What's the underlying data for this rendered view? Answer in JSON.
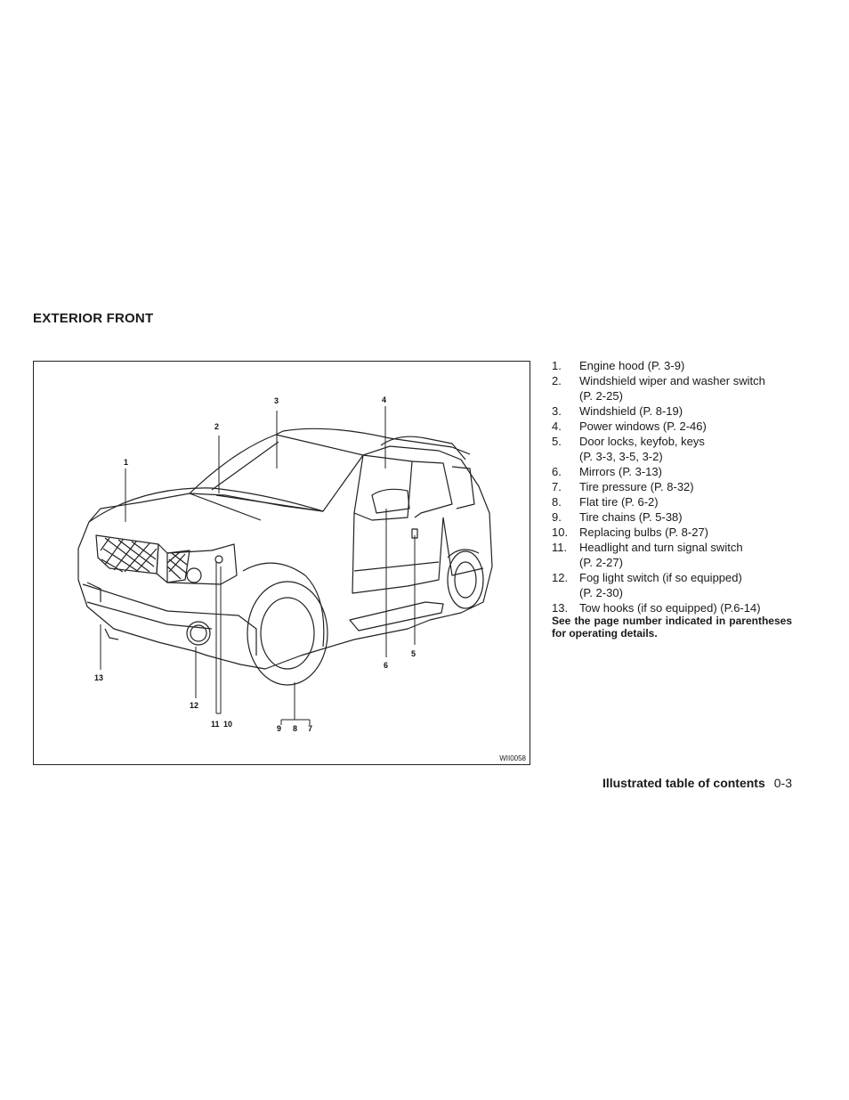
{
  "section_title": "EXTERIOR FRONT",
  "figure": {
    "code": "WII0058",
    "callouts": [
      "1",
      "2",
      "3",
      "4",
      "5",
      "6",
      "7",
      "8",
      "9",
      "10",
      "11",
      "12",
      "13"
    ]
  },
  "legend": [
    {
      "num": "1.",
      "text": "Engine hood (P. 3-9)"
    },
    {
      "num": "2.",
      "text": "Windshield wiper and washer switch",
      "cont": "(P. 2-25)"
    },
    {
      "num": "3.",
      "text": "Windshield (P. 8-19)"
    },
    {
      "num": "4.",
      "text": "Power windows (P. 2-46)"
    },
    {
      "num": "5.",
      "text": "Door locks, keyfob, keys",
      "cont": "(P. 3-3, 3-5, 3-2)"
    },
    {
      "num": "6.",
      "text": "Mirrors (P. 3-13)"
    },
    {
      "num": "7.",
      "text": "Tire pressure (P. 8-32)"
    },
    {
      "num": "8.",
      "text": "Flat tire (P. 6-2)"
    },
    {
      "num": "9.",
      "text": "Tire chains (P. 5-38)"
    },
    {
      "num": "10.",
      "text": "Replacing bulbs (P. 8-27)"
    },
    {
      "num": "11.",
      "text": "Headlight and turn signal switch",
      "cont": "(P. 2-27)"
    },
    {
      "num": "12.",
      "text": "Fog light switch (if so equipped)",
      "cont": "(P. 2-30)"
    },
    {
      "num": "13.",
      "text": "Tow hooks (if so equipped) (P.6-14)"
    }
  ],
  "note": "See the page number indicated in paren­theses for operating details.",
  "footer": {
    "section": "Illustrated table of contents",
    "page": "0-3"
  }
}
